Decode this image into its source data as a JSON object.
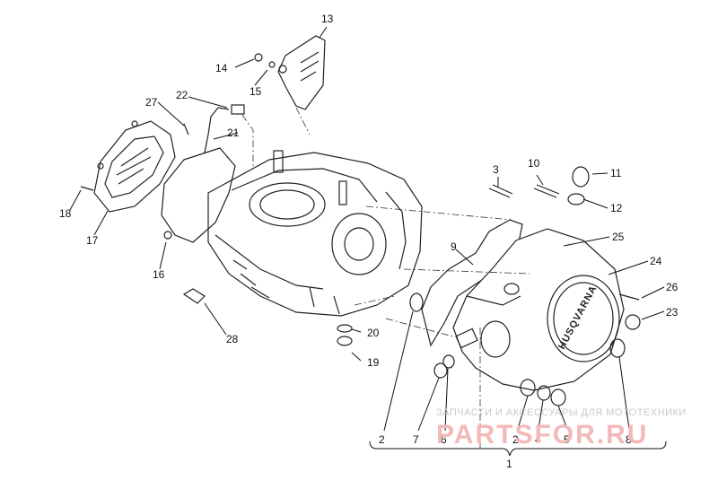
{
  "diagram": {
    "callouts": {
      "c1": "1",
      "c2a": "2",
      "c2b": "2",
      "c3": "3",
      "c4": "4",
      "c5": "5",
      "c6": "6",
      "c7": "7",
      "c8": "8",
      "c10": "10",
      "c11": "11",
      "c12": "12",
      "c13": "13",
      "c14": "14",
      "c15": "15",
      "c16": "16",
      "c17": "17",
      "c18": "18",
      "c19": "19",
      "c20": "20",
      "c21": "21",
      "c22": "22",
      "c23": "23",
      "c24": "24",
      "c25": "25",
      "c26": "26",
      "c27": "27",
      "c28": "28",
      "c9": "9"
    },
    "cover_brand": "HUSQVARNA",
    "watermark": {
      "tagline": "ЗАПЧАСТИ И АКСЕССУАРЫ ДЛЯ МОТОТЕХНИКИ",
      "site": "PARTSFOR.RU"
    }
  }
}
